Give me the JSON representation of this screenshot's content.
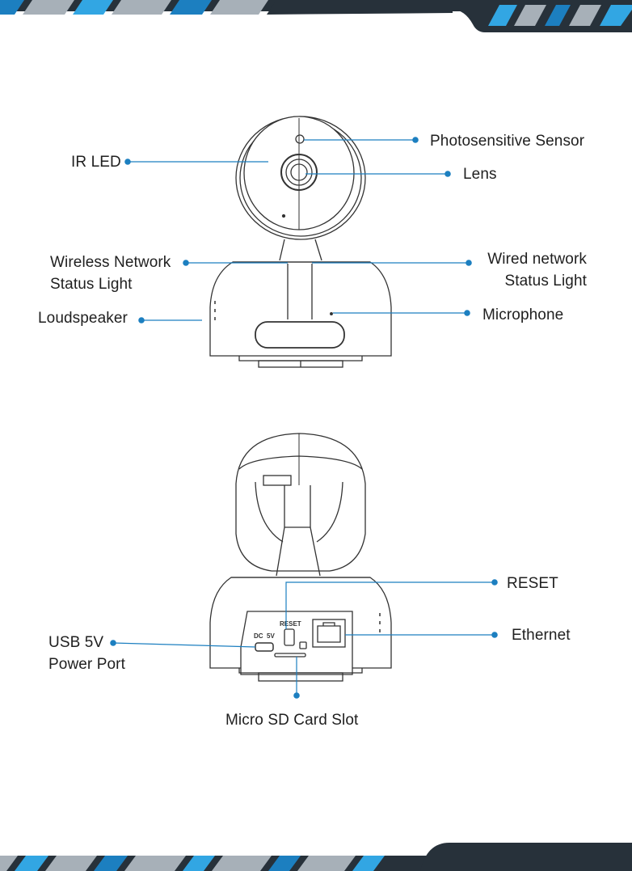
{
  "colors": {
    "accent_blue": "#1c7fc0",
    "light_blue": "#32a6e3",
    "dark_band": "#27313a",
    "line": "#1c7fc0",
    "outline": "#333333"
  },
  "front_view": {
    "labels": {
      "ir_led": "IR LED",
      "photosensitive_sensor": "Photosensitive Sensor",
      "lens": "Lens",
      "wireless_status_1": "Wireless Network",
      "wireless_status_2": "Status Light",
      "wired_status_1": "Wired network",
      "wired_status_2": "Status Light",
      "loudspeaker": "Loudspeaker",
      "microphone": "Microphone"
    }
  },
  "rear_view": {
    "labels": {
      "reset": "RESET",
      "ethernet": "Ethernet",
      "usb_1": "USB 5V",
      "usb_2": "Power Port",
      "micro_sd": "Micro SD Card Slot"
    },
    "panel_text": {
      "reset_marking": "RESET",
      "dc_marking": "DC  5V"
    }
  }
}
